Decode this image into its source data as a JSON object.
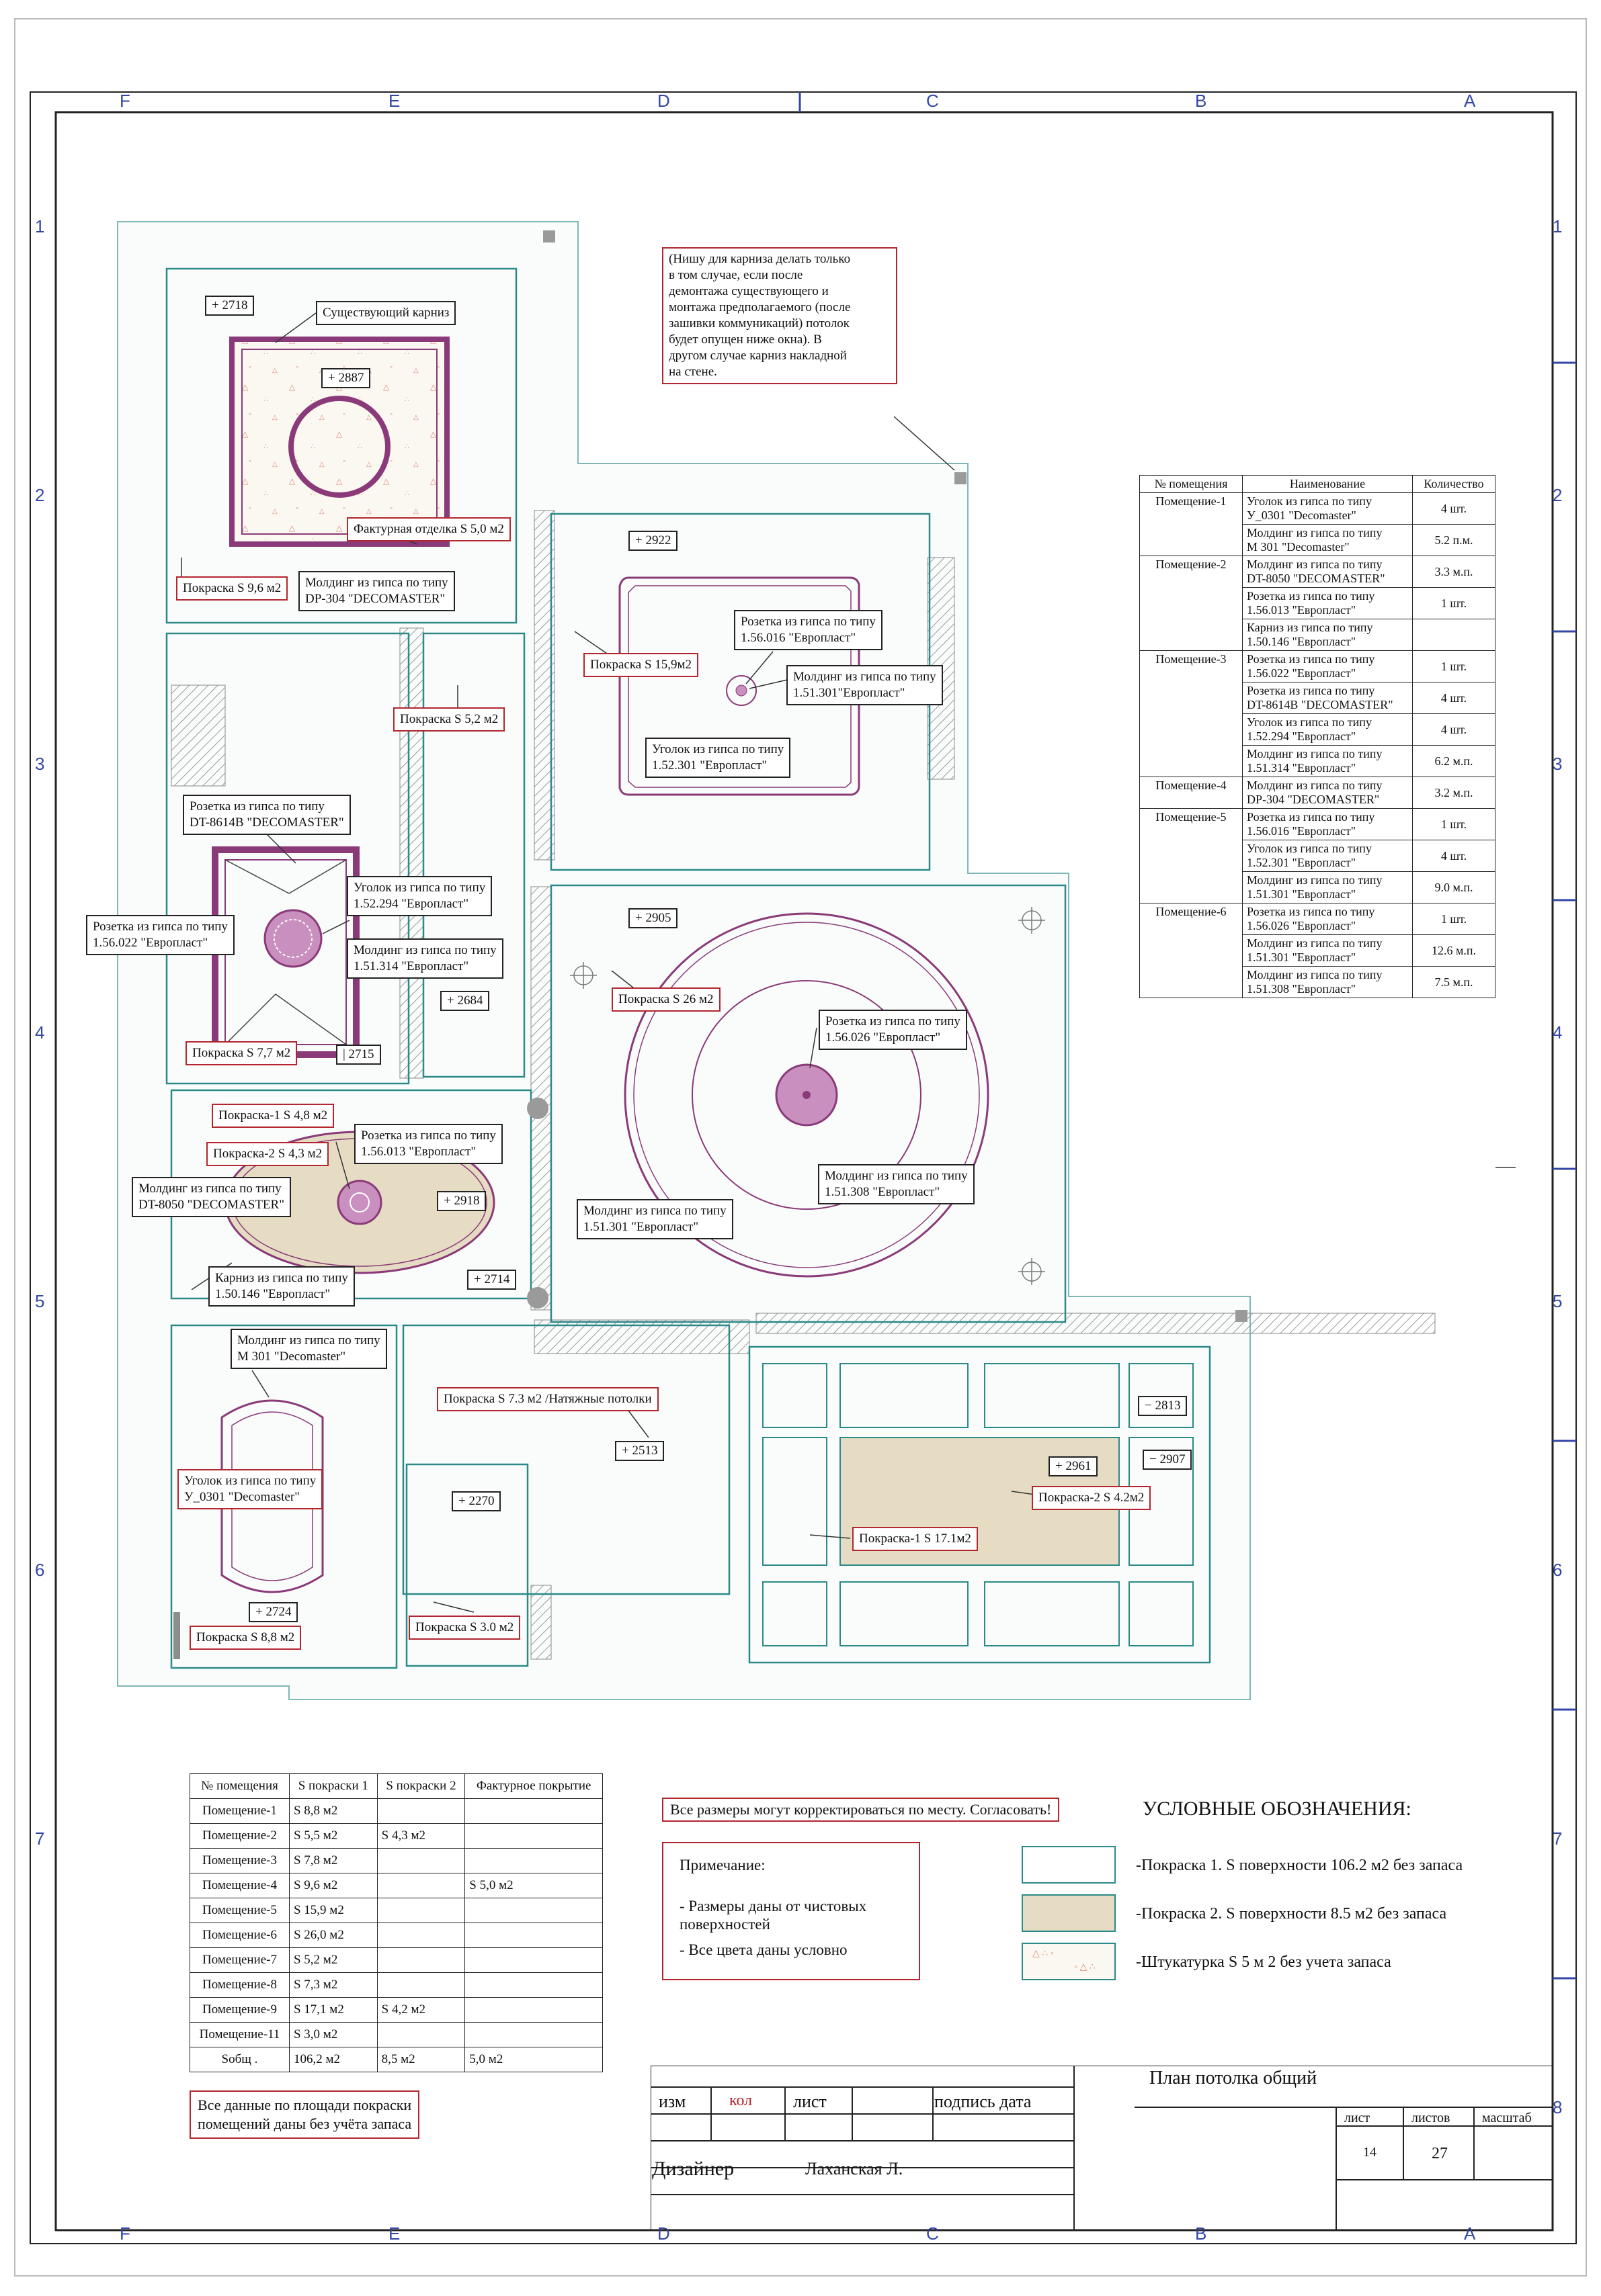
{
  "axes": {
    "letters": [
      "F",
      "E",
      "D",
      "C",
      "B",
      "A"
    ],
    "numbers": [
      "1",
      "2",
      "3",
      "4",
      "5",
      "6",
      "7",
      "8"
    ]
  },
  "note_niche": "(Нишу для карниза делать только\nв том случае, если после\nдемонтажа существующего и\nмонтажа предполагаемого (после\nзашивки коммуникаций) потолок\nбудет  опущен ниже окна). В\nдругом случае карниз накладной\nна стене.",
  "labels": {
    "exist_cornice": "Существующий карниз",
    "mark_2718": "+ 2718",
    "mark_2887": "+ 2887",
    "textured": "Фактурная отделка S 5,0 м2",
    "paint_96": "Покраска S  9,6 м2",
    "molding_dp304": "Молдинг из гипса по типу\nDP-304 \"DECOMASTER\"",
    "mark_2922": "+ 2922",
    "rosette_56016": "Розетка из гипса по типу\n1.56.016 \"Европласт\"",
    "paint_159": "Покраска S 15,9м2",
    "molding_51301_a": "Молдинг из гипса по типу\n1.51.301\"Европласт\"",
    "corner_52301": "Уголок из гипса по типу\n1.52.301 \"Европласт\"",
    "paint_52": "Покраска  S 5,2 м2",
    "rosette_8614b": "Розетка из гипса по типу\nDT-8614B \"DECOMASTER\"",
    "corner_52294": "Уголок из гипса по типу\n1.52.294 \"Европласт\"",
    "rosette_56022": "Розетка из гипса по типу\n1.56.022 \"Европласт\"",
    "molding_51314": "Молдинг из гипса по типу\n1.51.314 \"Европласт\"",
    "mark_2684": "+ 2684",
    "paint_77": "Покраска  S 7,7 м2",
    "mark_2715": "| 2715",
    "mark_2905": "+ 2905",
    "paint_26": "Покраска S 26 м2",
    "rosette_56026": "Розетка из гипса по типу\n1.56.026 \"Европласт\"",
    "molding_51308": "Молдинг из гипса по типу\n1.51.308 \"Европласт\"",
    "molding_51301_b": "Молдинг из гипса по типу\n1.51.301 \"Европласт\"",
    "paint1_48": "Покраска-1 S 4,8 м2",
    "paint2_43": "Покраска-2 S 4,3 м2",
    "rosette_56013": "Розетка из гипса по типу\n1.56.013 \"Европласт\"",
    "molding_dt8050": "Молдинг из гипса по типу\nDT-8050 \"DECOMASTER\"",
    "mark_2918": "+ 2918",
    "cornice_50146": "Карниз из гипса по типу\n1.50.146 \"Европласт\"",
    "mark_2714": "+ 2714",
    "molding_m301": "Молдинг из гипса по типу\nМ 301 \"Decomaster\"",
    "corner_y0301": "Уголок из гипса по типу\nУ_0301 \"Decomaster\"",
    "mark_2724": "+ 2724",
    "paint_88": "Покраска S 8,8 м2",
    "paint_73": "Покраска S 7.3 м2 /Натяжные потолки",
    "mark_2513": "+ 2513",
    "mark_2270": "+ 2270",
    "paint_30": "Покраска S 3.0 м2",
    "mark_2813": "− 2813",
    "mark_2961": "+ 2961",
    "mark_2907": "− 2907",
    "paint2_42": "Покраска-2 S 4.2м2",
    "paint1_171": "Покраска-1 S 17.1м2"
  },
  "elements_table": {
    "headers": [
      "№ помещения",
      "Наименование",
      "Количество"
    ],
    "groups": [
      {
        "room": "Помещение-1",
        "rows": [
          {
            "name": "Уголок из гипса по типу\nУ_0301 \"Decomaster\"",
            "qty": "4 шт."
          },
          {
            "name": "Молдинг из гипса по типу\nМ 301 \"Decomaster\"",
            "qty": "5.2  п.м."
          }
        ]
      },
      {
        "room": "Помещение-2",
        "rows": [
          {
            "name": "Молдинг из гипса по типу\nDT-8050 \"DECOMASTER\"",
            "qty": "3.3 м.п."
          },
          {
            "name": "Розетка из гипса по типу\n1.56.013 \"Европласт\"",
            "qty": "1 шт."
          },
          {
            "name": "Карниз из гипса по типу\n1.50.146 \"Европласт\"",
            "qty": ""
          }
        ]
      },
      {
        "room": "Помещение-3",
        "rows": [
          {
            "name": "Розетка из гипса по типу\n1.56.022 \"Европласт\"",
            "qty": "1 шт."
          },
          {
            "name": "Розетка из гипса по типу\nDT-8614B \"DECOMASTER\"",
            "qty": "4 шт."
          },
          {
            "name": "Уголок из гипса по типу\n1.52.294 \"Европласт\"",
            "qty": "4 шт."
          },
          {
            "name": "Молдинг из гипса по типу\n1.51.314 \"Европласт\"",
            "qty": "6.2 м.п."
          }
        ]
      },
      {
        "room": "Помещение-4",
        "rows": [
          {
            "name": "Молдинг из гипса по типу\nDP-304 \"DECOMASTER\"",
            "qty": "3.2 м.п."
          }
        ]
      },
      {
        "room": "Помещение-5",
        "rows": [
          {
            "name": "Розетка из гипса по типу\n1.56.016 \"Европласт\"",
            "qty": "1 шт."
          },
          {
            "name": "Уголок из гипса по типу\n1.52.301 \"Европласт\"",
            "qty": "4 шт."
          },
          {
            "name": "Молдинг из гипса по типу\n1.51.301 \"Европласт\"",
            "qty": "9.0 м.п."
          }
        ]
      },
      {
        "room": "Помещение-6",
        "rows": [
          {
            "name": "Розетка из гипса по типу\n1.56.026 \"Европласт\"",
            "qty": "1 шт."
          },
          {
            "name": "Молдинг из гипса по типу\n1.51.301 \"Европласт\"",
            "qty": "12.6 м.п."
          },
          {
            "name": "Молдинг из гипса по типу\n1.51.308  \"Европласт\"",
            "qty": "7.5 м.п."
          }
        ]
      }
    ]
  },
  "paint_table": {
    "headers": [
      "№ помещения",
      "S покраски 1",
      "S покраски 2",
      "Фактурное покрытие"
    ],
    "rows": [
      [
        "Помещение-1",
        "S 8,8 м2",
        "",
        ""
      ],
      [
        "Помещение-2",
        "S 5,5 м2",
        "S 4,3 м2",
        ""
      ],
      [
        "Помещение-3",
        "S 7,8 м2",
        "",
        ""
      ],
      [
        "Помещение-4",
        "S 9,6 м2",
        "",
        "S 5,0 м2"
      ],
      [
        "Помещение-5",
        "S 15,9 м2",
        "",
        ""
      ],
      [
        "Помещение-6",
        "S 26,0 м2",
        "",
        ""
      ],
      [
        "Помещение-7",
        "S 5,2 м2",
        "",
        ""
      ],
      [
        "Помещение-8",
        "S 7,3 м2",
        "",
        ""
      ],
      [
        "Помещение-9",
        "S 17,1 м2",
        "S 4,2 м2",
        ""
      ],
      [
        "Помещение-11",
        "S 3,0 м2",
        "",
        ""
      ],
      [
        "Sобщ .",
        "106,2 м2",
        "8,5 м2",
        "5,0 м2"
      ]
    ]
  },
  "note_all_data": "Все данные по площади покраски\nпомещений даны без учёта запаса",
  "note_sizes": "Все размеры могут корректироваться по месту. Согласовать!",
  "remark": {
    "title": "Примечание:",
    "lines": [
      "-  Размеры даны от чистовых\nповерхностей",
      "-  Все цвета даны условно"
    ]
  },
  "legend": {
    "title": "УСЛОВНЫЕ ОБОЗНАЧЕНИЯ:",
    "items": [
      {
        "text": "-Покраска 1.   S поверхности 106.2 м2 без запаса",
        "fill": "#ffffff"
      },
      {
        "text": "-Покраска 2.    S поверхности 8.5 м2 без запаса",
        "fill": "#e6dcc4"
      },
      {
        "text": "-Штукатурка  S 5 м 2 без учета запаса",
        "fill": "#fbf8f2"
      }
    ]
  },
  "title_block": {
    "title": "План потолка общий",
    "izm": "изм",
    "kol": "кол",
    "list": "лист",
    "signature_date": "подпись дата",
    "designer": "Дизайнер",
    "designer_name": "Лаханская Л.",
    "sheet_label": "лист",
    "sheets_label": "листов",
    "scale_label": "масштаб",
    "sheet": "14",
    "sheets": "27"
  },
  "colors": {
    "wall": "#2b8a88",
    "red": "#b3262e",
    "plum": "#8a3a78",
    "rosette": "#c98fbe",
    "beige": "#e6dcc4",
    "axis": "#3346a6"
  }
}
